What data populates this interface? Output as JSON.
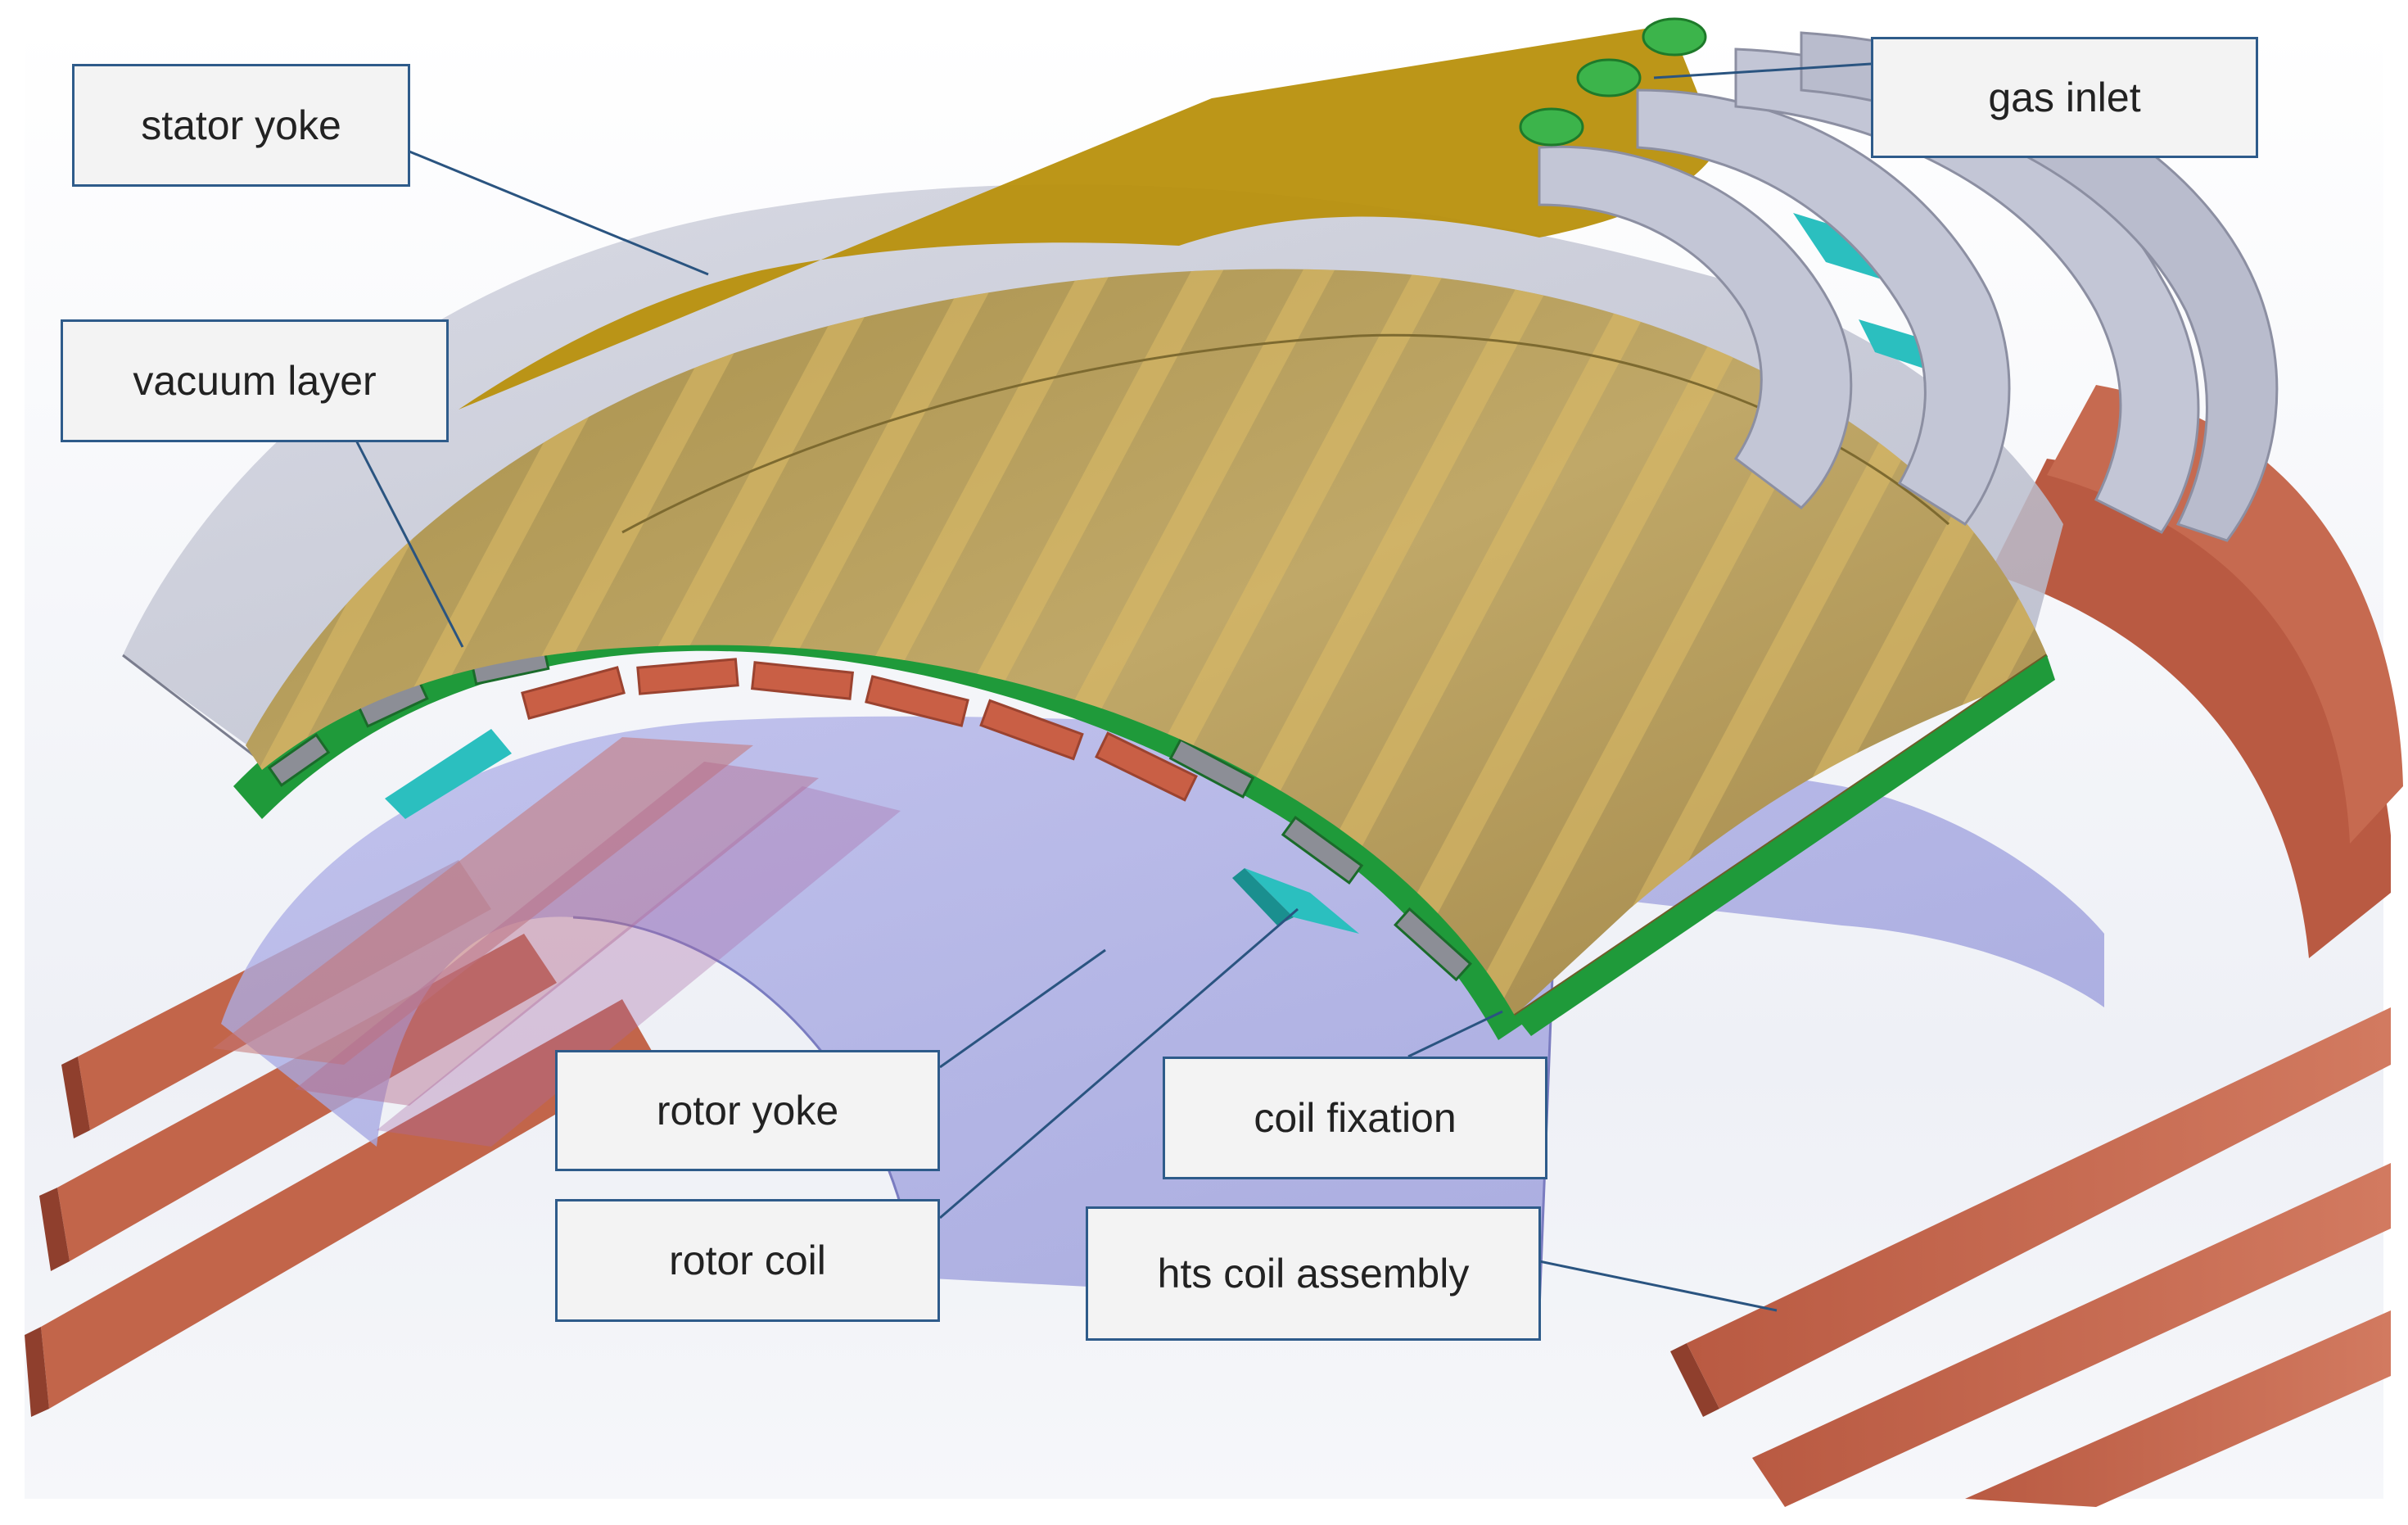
{
  "labels": {
    "stator_yoke": "stator yoke",
    "vacuum_layer": "vacuum layer",
    "gas_inlet": "gas inlet",
    "rotor_yoke": "rotor yoke",
    "rotor_coil": "rotor coil",
    "coil_fixation": "coil fixation",
    "hts_coil_assembly": "hts coil assembly"
  },
  "colors": {
    "stator_yoke": "#c7cad8",
    "stator_winding": "#b8a05a",
    "stator_winding_band": "#d8b760",
    "stator_winding_top": "#b8900c",
    "coil_fixation": "#1f9a3a",
    "vacuum_slot": "#8c8e96",
    "rotor_yoke": "#9c9ee0",
    "rotor_coil": "#2bbfbf",
    "hts_coil": "#c65e44",
    "gas_inlet": "#3cb44b",
    "leader_line": "#2a5480",
    "callout_border": "#2e5b8a",
    "callout_fill": "#f3f3f3"
  }
}
